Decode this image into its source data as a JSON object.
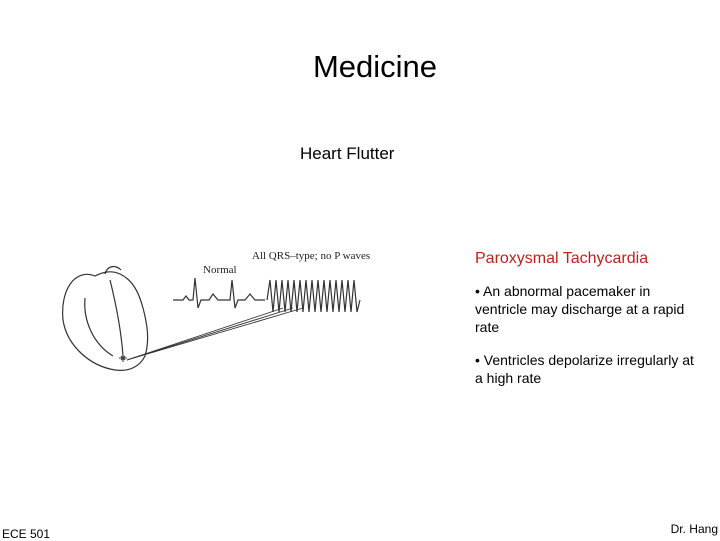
{
  "slide": {
    "title": "Medicine",
    "subtitle": "Heart Flutter",
    "figure": {
      "label_normal": "Normal",
      "label_qrs": "All QRS–type; no P waves",
      "ink_color": "#333333"
    },
    "section_heading": "Paroxysmal Tachycardia",
    "heading_color": "#c0211a",
    "bullets": [
      "• An abnormal pacemaker in ventricle may discharge at a rapid rate",
      "• Ventricles depolarize irregularly at a high rate"
    ],
    "footer_left": "ECE 501",
    "footer_right": "Dr. Hang"
  }
}
